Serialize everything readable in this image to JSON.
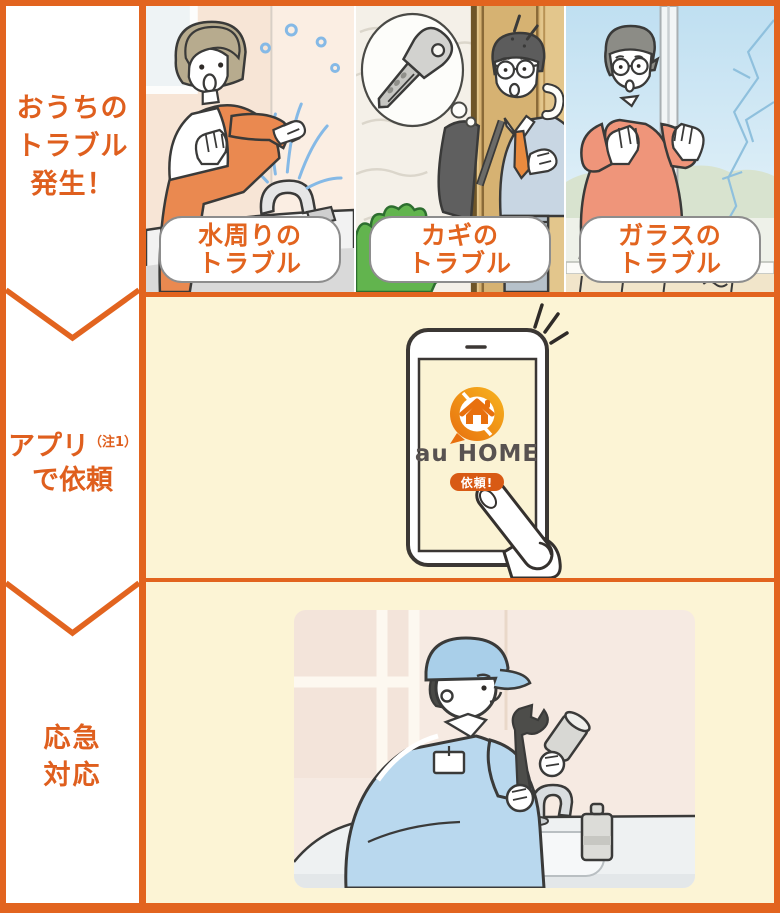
{
  "colors": {
    "accent_orange": "#e2641f",
    "cream_bg": "#fcf4d5",
    "button_orange": "#d85a14",
    "sidebar_text_orange": "#df5f1e",
    "pill_border_gray": "#8d8d8d",
    "app_name_gray": "#585251"
  },
  "sidebar": {
    "steps": [
      {
        "name": "trouble-occurs",
        "lines": [
          "おうちの",
          "トラブル",
          "発生！"
        ]
      },
      {
        "name": "request-via-app",
        "title": "アプリ",
        "note": "（注1）",
        "subtitle": "で依頼"
      },
      {
        "name": "emergency-response",
        "lines": [
          "応急",
          "対応"
        ]
      }
    ]
  },
  "sections": {
    "trouble": {
      "panels": [
        {
          "illustration": "water-trouble",
          "label_lines": [
            "水周りの",
            "トラブル"
          ]
        },
        {
          "illustration": "key-trouble",
          "label_lines": [
            "カギの",
            "トラブル"
          ]
        },
        {
          "illustration": "glass-trouble",
          "label_lines": [
            "ガラスの",
            "トラブル"
          ]
        }
      ]
    },
    "app": {
      "illustration": "smartphone-tap",
      "app_name": "au HOME",
      "button_label": "依頼!"
    },
    "response": {
      "illustration": "repair-worker"
    }
  }
}
